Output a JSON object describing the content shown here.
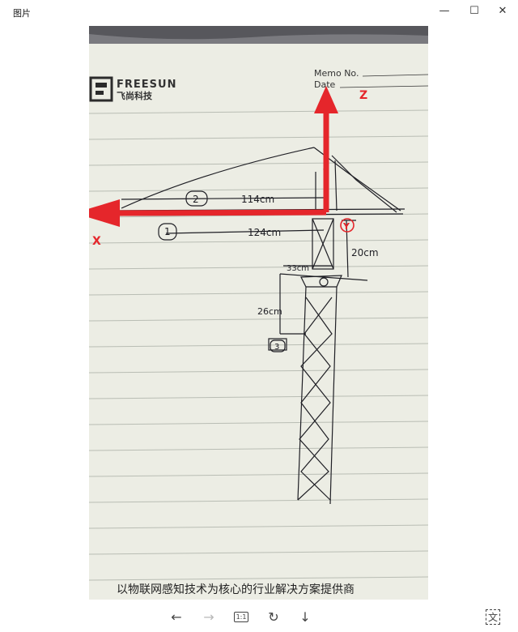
{
  "window": {
    "title": "图片",
    "controls": {
      "minimize": "—",
      "maximize": "☐",
      "close": "✕"
    }
  },
  "photo": {
    "brand_name": "FREESUN",
    "brand_cn": "飞尚科技",
    "memo_label": "Memo No.",
    "date_label": "Date",
    "axis_z": "Z",
    "axis_x": "X",
    "axis_y": "Y",
    "label_1": "1",
    "label_2": "2",
    "label_3": "3",
    "dim_114": "114cm",
    "dim_124": "124cm",
    "dim_20": "20cm",
    "dim_33": "33cm",
    "dim_26": "26cm",
    "slogan": "以物联网感知技术为核心的行业解决方案提供商"
  },
  "toolbar": {
    "prev": "←",
    "next": "→",
    "actual_size": "1:1",
    "rotate": "↻",
    "download": "↓",
    "ocr": "文"
  },
  "colors": {
    "accent_red": "#e5262b",
    "paper": "#ecede4",
    "ink": "#1f1f25",
    "rule": "#b9bdb4"
  }
}
